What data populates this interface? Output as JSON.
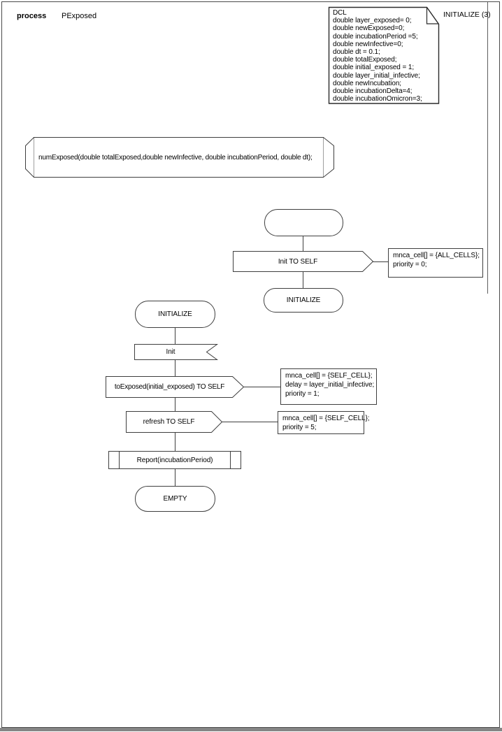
{
  "window": {
    "kind": "process",
    "process_name": "PExposed",
    "page_label": "INITIALIZE (3)"
  },
  "declarations": {
    "lines": [
      "DCL",
      "double layer_exposed= 0;",
      "double newExposed=0;",
      "double incubationPeriod =5;",
      "double newInfective=0;",
      "double dt = 0.1;",
      "double totalExposed;",
      "double initial_exposed = 1;",
      "double layer_initial_infective;",
      "double newIncubation;",
      "double incubationDelta=4;",
      "double incubationOmicron=3;"
    ]
  },
  "procedure_declaration": {
    "label": "numExposed(double totalExposed,double newInfective, double incubationPeriod, double dt);"
  },
  "start_flow": {
    "output_label": "Init TO SELF",
    "output_params": [
      "mnca_cell[] = {ALL_CELLS};",
      "priority = 0;"
    ],
    "next_state": "INITIALIZE"
  },
  "initialize_flow": {
    "state": "INITIALIZE",
    "input_label": "Init",
    "output_toexposed": "toExposed(initial_exposed) TO SELF",
    "toexposed_params": [
      "mnca_cell[] = {SELF_CELL};",
      "delay = layer_initial_infective;",
      "priority = 1;"
    ],
    "output_refresh": "refresh TO SELF",
    "refresh_params": [
      "mnca_cell[] = {SELF_CELL};",
      "priority = 5;"
    ],
    "procedure_call": "Report(incubationPeriod)",
    "end_state": "EMPTY"
  },
  "colors": {
    "stroke": "#3f3f3f",
    "page_border": "#4a4a4a",
    "shadow": "#868686",
    "background": "#ffffff"
  }
}
